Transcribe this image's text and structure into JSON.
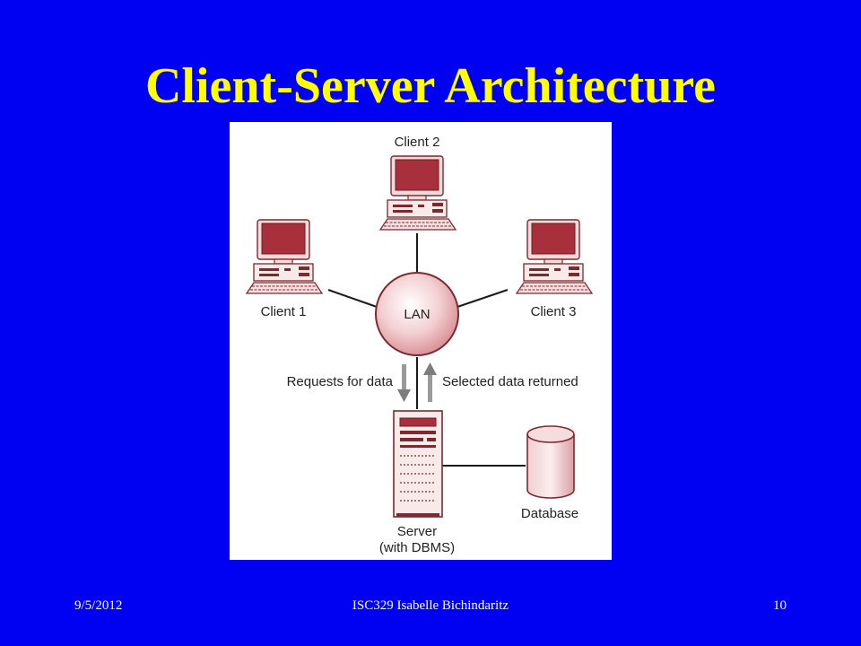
{
  "slide": {
    "title": "Client-Server Architecture"
  },
  "diagram": {
    "nodes": {
      "client1": "Client 1",
      "client2": "Client 2",
      "client3": "Client 3",
      "lan": "LAN",
      "server_line1": "Server",
      "server_line2": "(with DBMS)",
      "database": "Database"
    },
    "edges": {
      "request": "Requests for data",
      "response": "Selected data returned"
    },
    "colors": {
      "title": "#ffff00",
      "background": "#0000f2",
      "accent": "#a8303c",
      "lan_fill": "#f1c4c6"
    }
  },
  "footer": {
    "date": "9/5/2012",
    "center": "ISC329 Isabelle Bichindaritz",
    "page": "10"
  }
}
